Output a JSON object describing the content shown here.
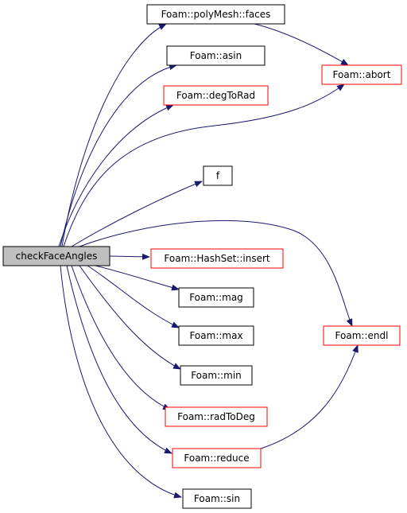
{
  "diagram": {
    "colors": {
      "edge": "#191970",
      "plain_border": "#000000",
      "red_border": "#ff0000",
      "root_fill": "#bfbfbf",
      "node_fill": "#ffffff"
    },
    "nodes": [
      {
        "id": "root",
        "label": "checkFaceAngles",
        "style": "root"
      },
      {
        "id": "faces",
        "label": "Foam::polyMesh::faces",
        "style": "plain"
      },
      {
        "id": "asin",
        "label": "Foam::asin",
        "style": "plain"
      },
      {
        "id": "degToRad",
        "label": "Foam::degToRad",
        "style": "red"
      },
      {
        "id": "abort",
        "label": "Foam::abort",
        "style": "red"
      },
      {
        "id": "f",
        "label": "f",
        "style": "plain"
      },
      {
        "id": "insert",
        "label": "Foam::HashSet::insert",
        "style": "red"
      },
      {
        "id": "mag",
        "label": "Foam::mag",
        "style": "plain"
      },
      {
        "id": "max",
        "label": "Foam::max",
        "style": "plain"
      },
      {
        "id": "endl",
        "label": "Foam::endl",
        "style": "red"
      },
      {
        "id": "min",
        "label": "Foam::min",
        "style": "plain"
      },
      {
        "id": "radToDeg",
        "label": "Foam::radToDeg",
        "style": "red"
      },
      {
        "id": "reduce",
        "label": "Foam::reduce",
        "style": "red"
      },
      {
        "id": "sin",
        "label": "Foam::sin",
        "style": "plain"
      }
    ],
    "edges": [
      {
        "from": "root",
        "to": "faces"
      },
      {
        "from": "root",
        "to": "asin"
      },
      {
        "from": "root",
        "to": "degToRad"
      },
      {
        "from": "root",
        "to": "abort"
      },
      {
        "from": "root",
        "to": "f"
      },
      {
        "from": "root",
        "to": "endl"
      },
      {
        "from": "root",
        "to": "insert"
      },
      {
        "from": "root",
        "to": "mag"
      },
      {
        "from": "root",
        "to": "max"
      },
      {
        "from": "root",
        "to": "min"
      },
      {
        "from": "root",
        "to": "radToDeg"
      },
      {
        "from": "root",
        "to": "reduce"
      },
      {
        "from": "root",
        "to": "sin"
      },
      {
        "from": "faces",
        "to": "abort"
      },
      {
        "from": "reduce",
        "to": "endl"
      }
    ]
  }
}
